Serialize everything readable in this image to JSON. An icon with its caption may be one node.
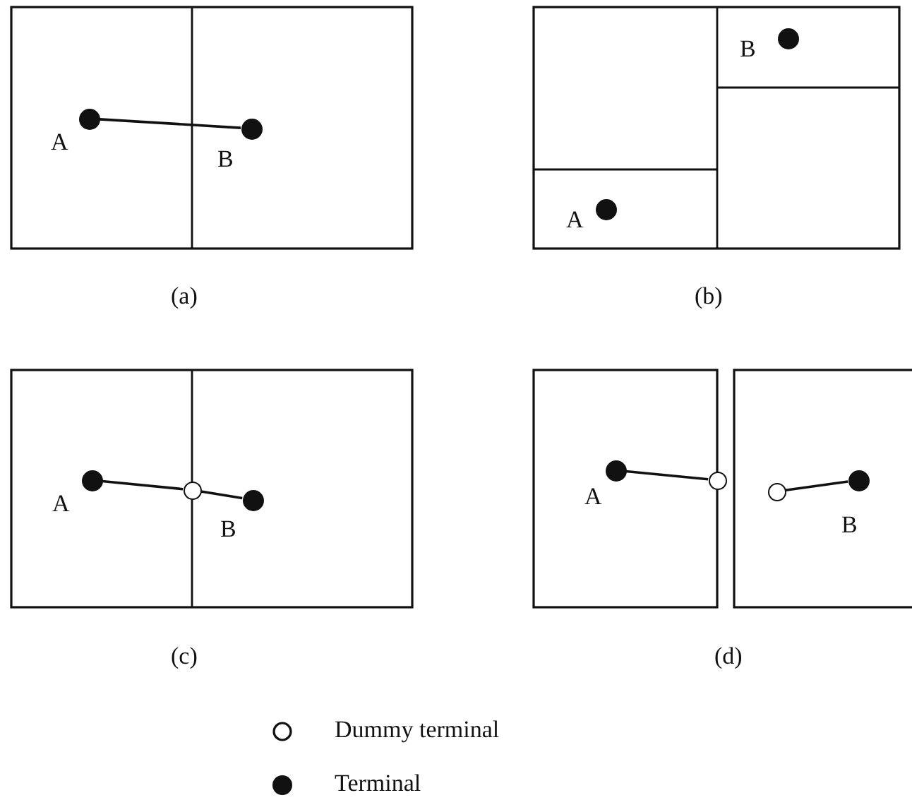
{
  "diagram": {
    "nodes": [
      {
        "text": [],
        "shape": "circle",
        "beside": [
          "A"
        ]
      },
      {
        "text": [],
        "shape": "circle",
        "beside": [
          "B"
        ]
      },
      {
        "text": [],
        "shape": "circle",
        "beside": [
          "B"
        ]
      },
      {
        "text": [],
        "shape": "circle",
        "beside": [
          "A"
        ]
      },
      {
        "text": [],
        "shape": "circle",
        "beside": [
          "A"
        ]
      },
      {
        "text": [],
        "shape": "circle"
      },
      {
        "text": [],
        "shape": "circle",
        "beside": [
          "B"
        ]
      },
      {
        "text": [],
        "shape": "circle",
        "beside": [
          "A"
        ]
      },
      {
        "text": [],
        "shape": "circle"
      },
      {
        "text": [],
        "shape": "circle"
      },
      {
        "text": [],
        "shape": "circle",
        "beside": [
          "B"
        ]
      }
    ],
    "edges": [
      {
        "from": 0,
        "to": 1,
        "arrow": "none"
      },
      {
        "from": 4,
        "to": 5,
        "arrow": "none"
      },
      {
        "from": 5,
        "to": 6,
        "arrow": "none"
      },
      {
        "from": 7,
        "to": 8,
        "arrow": "none"
      },
      {
        "from": 9,
        "to": 10,
        "arrow": "none"
      }
    ],
    "labels": [
      "(a)",
      "(b)",
      "(c)",
      "(d)"
    ],
    "legend": [
      {
        "text": "Dummy terminal"
      },
      {
        "text": "Terminal"
      }
    ]
  }
}
